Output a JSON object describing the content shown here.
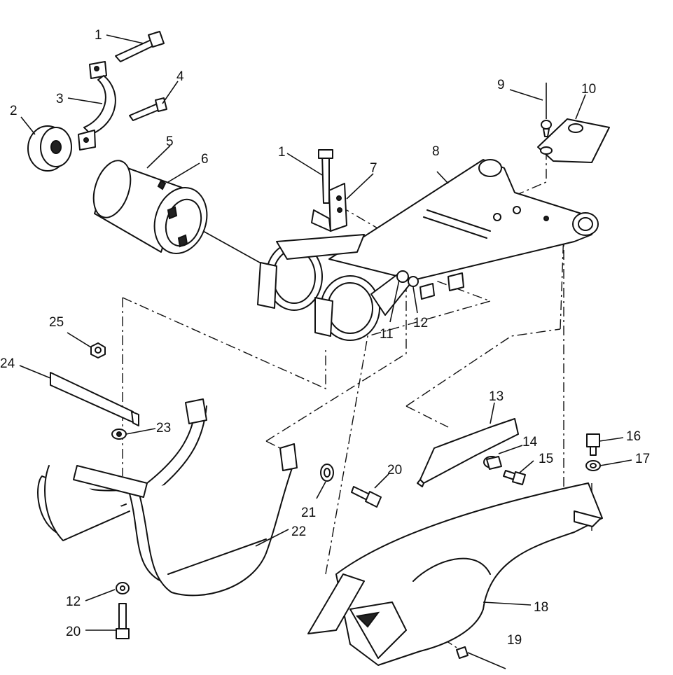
{
  "callouts": {
    "c1a": "1",
    "c1b": "1",
    "c2": "2",
    "c3": "3",
    "c4": "4",
    "c5": "5",
    "c6": "6",
    "c7": "7",
    "c8": "8",
    "c9": "9",
    "c10": "10",
    "c11": "11",
    "c12a": "12",
    "c12b": "12",
    "c13": "13",
    "c14": "14",
    "c15": "15",
    "c16": "16",
    "c17": "17",
    "c18": "18",
    "c19": "19",
    "c20a": "20",
    "c20b": "20",
    "c21": "21",
    "c22": "22",
    "c23": "23",
    "c24": "24",
    "c25": "25"
  }
}
